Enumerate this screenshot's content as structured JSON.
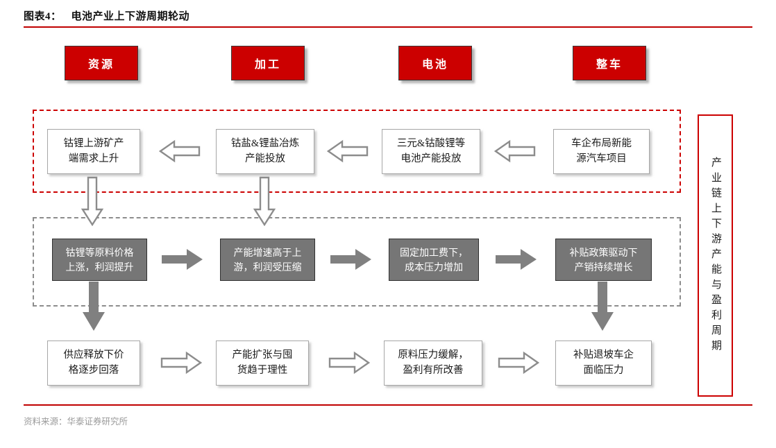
{
  "figure": {
    "number_label": "图表4：",
    "title": "电池产业上下游周期轮动",
    "source": "资料来源：华泰证券研究所",
    "accent_color": "#c00000",
    "gray_fill": "#767676",
    "arrow_gray": "#808080"
  },
  "stage_headers": [
    {
      "label": "资源"
    },
    {
      "label": "加工"
    },
    {
      "label": "电池"
    },
    {
      "label": "整车"
    }
  ],
  "rows": [
    {
      "id": "capacity-expansion",
      "container": "dashed-red",
      "box_style": "white",
      "arrow_style": "hollow-left",
      "boxes": [
        {
          "line1": "钴锂上游矿产",
          "line2": "端需求上升"
        },
        {
          "line1": "钴盐&锂盐冶炼",
          "line2": "产能投放"
        },
        {
          "line1": "三元&钴酸锂等",
          "line2": "电池产能投放"
        },
        {
          "line1": "车企布局新能",
          "line2": "源汽车项目"
        }
      ]
    },
    {
      "id": "profit-shift",
      "container": "dashed-gray",
      "box_style": "gray",
      "arrow_style": "solid-right",
      "boxes": [
        {
          "line1": "钴锂等原料价格",
          "line2": "上涨，利润提升"
        },
        {
          "line1": "产能增速高于上",
          "line2": "游，利润受压缩"
        },
        {
          "line1": "固定加工费下，",
          "line2": "成本压力增加"
        },
        {
          "line1": "补贴政策驱动下",
          "line2": "产销持续增长"
        }
      ]
    },
    {
      "id": "normalization",
      "container": "none",
      "box_style": "white",
      "arrow_style": "hollow-right",
      "boxes": [
        {
          "line1": "供应释放下价",
          "line2": "格逐步回落"
        },
        {
          "line1": "产能扩张与囤",
          "line2": "货趋于理性"
        },
        {
          "line1": "原料压力缓解，",
          "line2": "盈利有所改善"
        },
        {
          "line1": "补贴退坡车企",
          "line2": "面临压力"
        }
      ]
    }
  ],
  "vertical_panel": {
    "text": "产业链上下游产能与盈利周期"
  },
  "connectors": {
    "row1_to_row2": [
      {
        "column": 1,
        "style": "hollow-down"
      },
      {
        "column": 2,
        "style": "hollow-down"
      }
    ],
    "row2_to_row3": [
      {
        "column": 1,
        "style": "solid-down"
      },
      {
        "column": 4,
        "style": "solid-down"
      }
    ]
  }
}
